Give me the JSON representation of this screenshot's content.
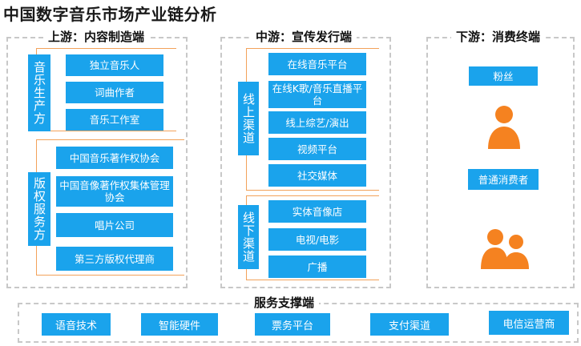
{
  "title": "中国数字音乐市场产业链分析",
  "upstream": {
    "title": "上游：内容制造端",
    "production": {
      "label": "音乐生产方",
      "items": [
        "独立音乐人",
        "词曲作者",
        "音乐工作室"
      ]
    },
    "copyright": {
      "label": "版权服务方",
      "items": [
        "中国音乐著作权协会",
        "中国音像著作权集体管理协会",
        "唱片公司",
        "第三方版权代理商"
      ]
    }
  },
  "midstream": {
    "title": "中游：宣传发行端",
    "online": {
      "label": "线上渠道",
      "items": [
        "在线音乐平台",
        "在线K歌/音乐直播平台",
        "线上综艺/演出",
        "视频平台",
        "社交媒体"
      ]
    },
    "offline": {
      "label": "线下渠道",
      "items": [
        "实体音像店",
        "电视/电影",
        "广播"
      ]
    }
  },
  "downstream": {
    "title": "下游：消费终端",
    "items": [
      "粉丝",
      "普通消费者"
    ]
  },
  "services": {
    "title": "服务支撑端",
    "items": [
      "语音技术",
      "智能硬件",
      "票务平台",
      "支付渠道",
      "电信运营商"
    ]
  },
  "colors": {
    "box": "#1aa3ec",
    "bracket": "#f2a25a",
    "person": "#f58220",
    "dashed": "#c8c8c8"
  }
}
